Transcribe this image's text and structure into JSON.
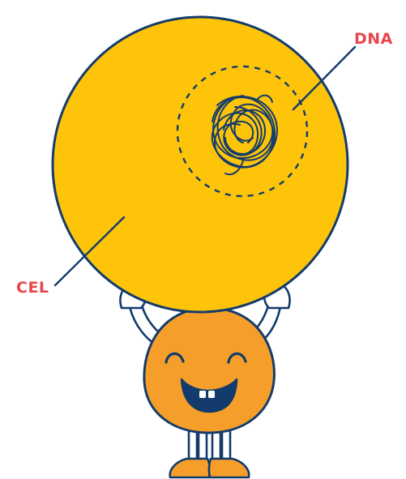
{
  "labels": {
    "dna": "DNA",
    "cel": "CEL"
  },
  "colors": {
    "label": "#e8464a",
    "cell_fill": "#fdc409",
    "outline": "#133b6b",
    "character_fill": "#f59f2a",
    "mouth": "#133b6b",
    "teeth": "#ffffff",
    "background": "#ffffff"
  },
  "icons": {
    "cell": "cell-circle",
    "nucleus": "dna-tangle-icon",
    "character": "smiling-blob-character"
  }
}
